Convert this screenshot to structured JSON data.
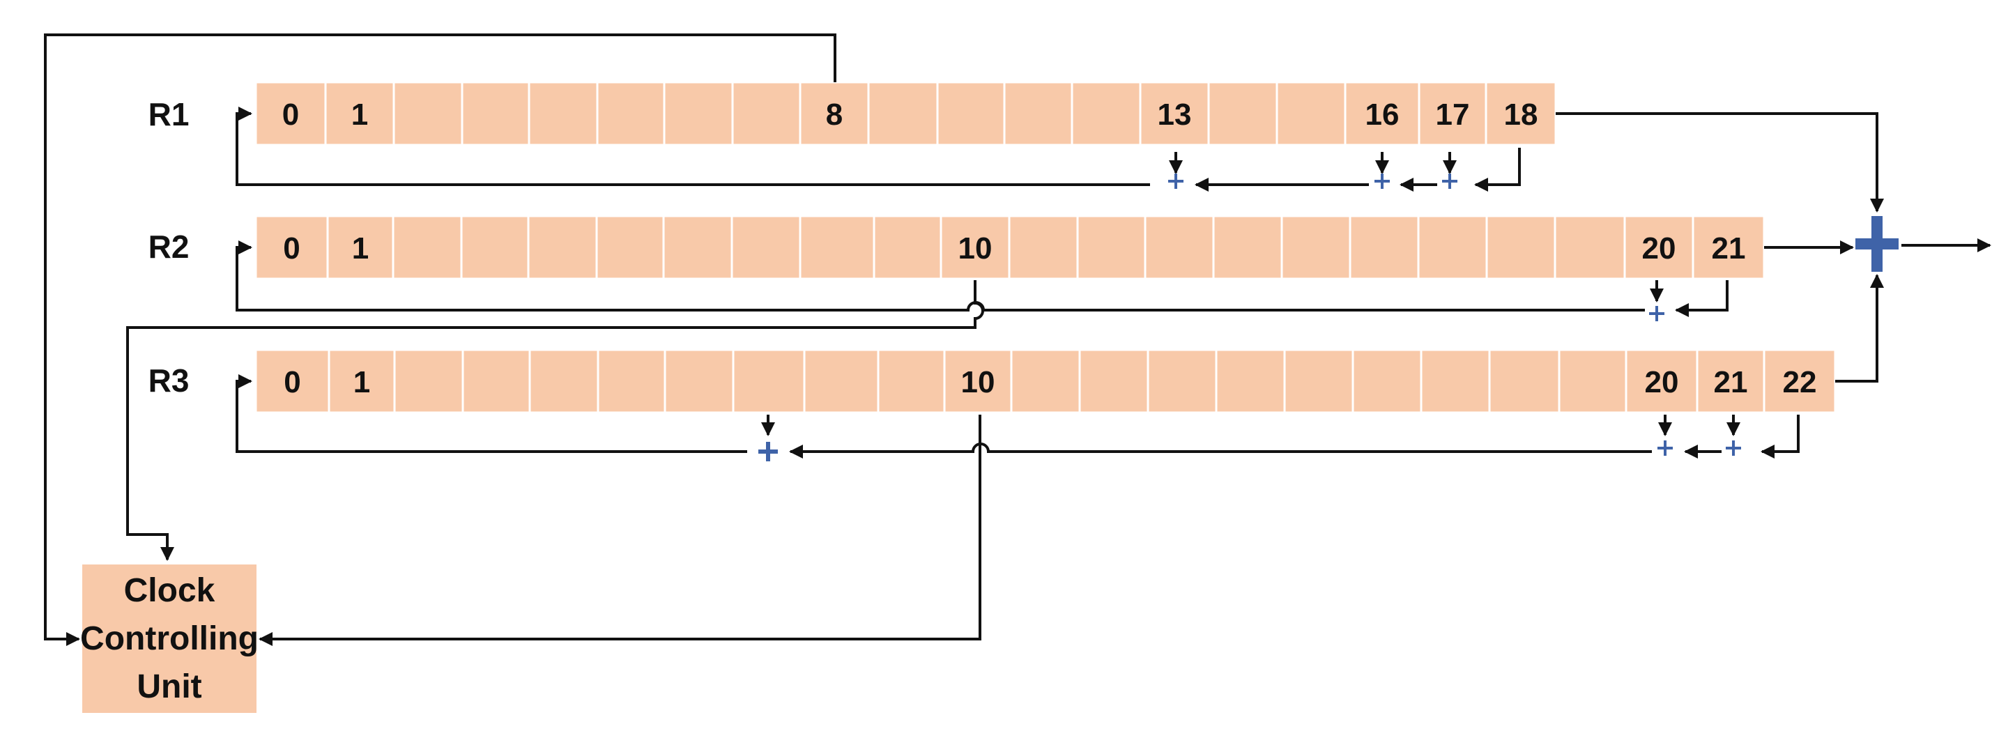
{
  "registers": [
    {
      "name": "R1",
      "cell_count": 19,
      "labeled_cells": [
        "0",
        "1",
        "8",
        "13",
        "16",
        "17",
        "18"
      ],
      "taps": [
        "13",
        "16",
        "17",
        "18"
      ],
      "clocking_bit": "8"
    },
    {
      "name": "R2",
      "cell_count": 22,
      "labeled_cells": [
        "0",
        "1",
        "10",
        "20",
        "21"
      ],
      "taps": [
        "20",
        "21"
      ],
      "clocking_bit": "10"
    },
    {
      "name": "R3",
      "cell_count": 23,
      "labeled_cells": [
        "0",
        "1",
        "10",
        "20",
        "21",
        "22"
      ],
      "taps": [
        "7",
        "20",
        "21",
        "22"
      ],
      "clocking_bit": "10"
    }
  ],
  "clock_unit": {
    "lines": [
      "Clock",
      "Controlling",
      "Unit"
    ]
  },
  "colors": {
    "cell_fill": "#f8c9a9",
    "xor": "#3f63a8",
    "wire": "#111111"
  },
  "icons": {
    "xor_small": "plus-icon",
    "xor_output": "plus-icon"
  }
}
